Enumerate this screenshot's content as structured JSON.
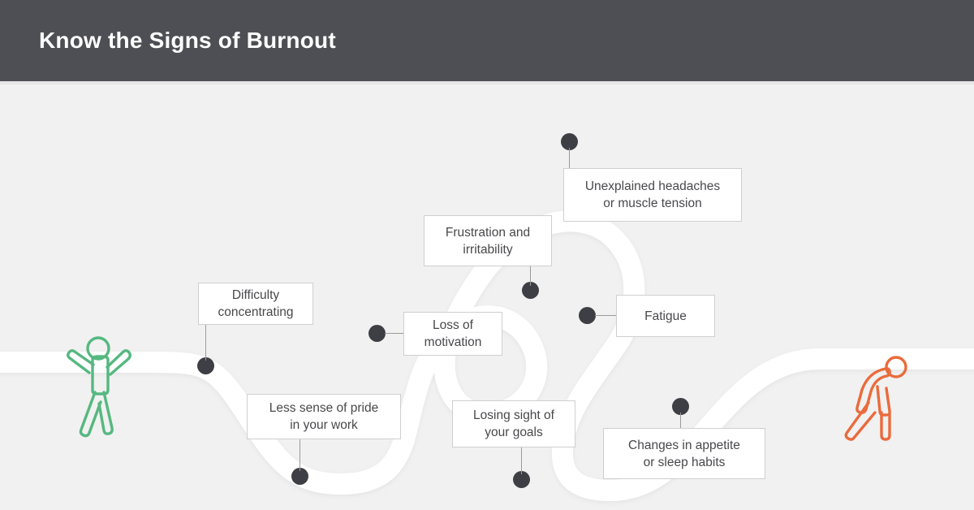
{
  "header": {
    "title": "Know the Signs of Burnout",
    "background_color": "#4e4f54",
    "text_color": "#ffffff"
  },
  "theme": {
    "canvas_background": "#f1f1f1",
    "path_color": "#ffffff",
    "node_color": "#3e3f44",
    "box_background": "#ffffff",
    "box_border": "#cfcfcf",
    "box_text_color": "#48484c",
    "figure_healthy_color": "#55b880",
    "figure_burnout_color": "#ea6b3d"
  },
  "figures": [
    {
      "name": "healthy-person-figure",
      "description": "Green outlined stick figure standing upright with arms raised",
      "color": "#55b880",
      "position": "start-of-path-left"
    },
    {
      "name": "burnout-person-figure",
      "description": "Orange outlined stick figure hunched over walking wearily",
      "color": "#ea6b3d",
      "position": "end-of-path-right"
    }
  ],
  "signs": [
    {
      "id": "difficulty-concentrating",
      "lines": [
        "Difficulty",
        "concentrating"
      ],
      "dot_position": "below-left"
    },
    {
      "id": "unexplained-headaches",
      "lines": [
        "Unexplained headaches",
        "or muscle tension"
      ],
      "dot_position": "above-left"
    },
    {
      "id": "frustration-irritability",
      "lines": [
        "Frustration and",
        "irritability"
      ],
      "dot_position": "below-right"
    },
    {
      "id": "loss-of-motivation",
      "lines": [
        "Loss of",
        "motivation"
      ],
      "dot_position": "left"
    },
    {
      "id": "fatigue",
      "lines": [
        "Fatigue"
      ],
      "dot_position": "left"
    },
    {
      "id": "less-sense-of-pride",
      "lines": [
        "Less sense of pride",
        "in your work"
      ],
      "dot_position": "below-center"
    },
    {
      "id": "losing-sight-of-goals",
      "lines": [
        "Losing sight of",
        "your goals"
      ],
      "dot_position": "below-center"
    },
    {
      "id": "changes-in-appetite",
      "lines": [
        "Changes in appetite",
        "or sleep habits"
      ],
      "dot_position": "above-center"
    }
  ]
}
